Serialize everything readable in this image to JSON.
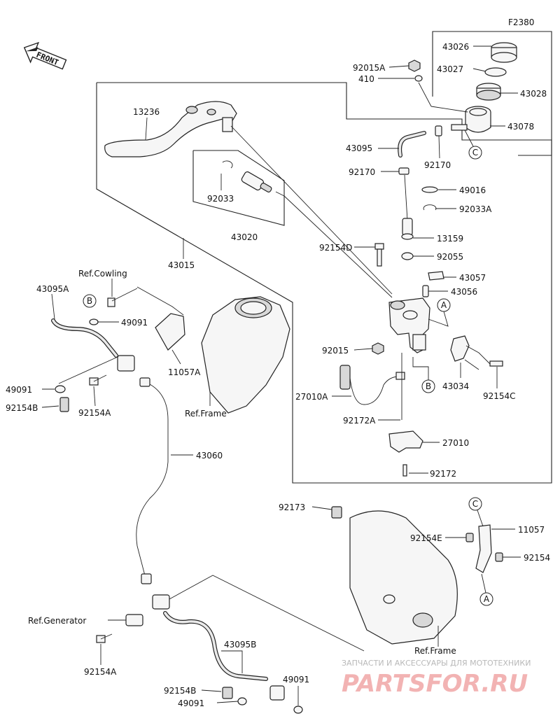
{
  "diagram_code": "F2380",
  "front_label": "FRONT",
  "labels": {
    "p43026": "43026",
    "p43027": "43027",
    "p43028": "43028",
    "p43078": "43078",
    "p92015A": "92015A",
    "p410": "410",
    "p13236": "13236",
    "p43095": "43095",
    "p92170a": "92170",
    "p92170b": "92170",
    "p92033": "92033",
    "p49016": "49016",
    "p92033A": "92033A",
    "p43020": "43020",
    "p13159": "13159",
    "p92154D": "92154D",
    "p92055": "92055",
    "p43015": "43015",
    "p43057": "43057",
    "p43056": "43056",
    "refCowling": "Ref.Cowling",
    "p43095A": "43095A",
    "p49091a": "49091",
    "p11057A": "11057A",
    "p92015": "92015",
    "p43034": "43034",
    "p92154C": "92154C",
    "p27010A": "27010A",
    "p49091b": "49091",
    "p92154Ba": "92154B",
    "p92154A1": "92154A",
    "refFrame1": "Ref.Frame",
    "p92172A": "92172A",
    "p27010": "27010",
    "p43060": "43060",
    "p92172": "92172",
    "p92173": "92173",
    "p11057": "11057",
    "p92154E": "92154E",
    "p92154": "92154",
    "refGenerator": "Ref.Generator",
    "p43095B": "43095B",
    "p92154A2": "92154A",
    "refFrame2": "Ref.Frame",
    "p92154Bb": "92154B",
    "p49091c": "49091",
    "p49091d": "49091"
  },
  "callouts": {
    "A": "A",
    "B": "B",
    "C": "C"
  },
  "watermark": {
    "line1": "ЗАПЧАСТИ И АКСЕССУАРЫ ДЛЯ МОТОТЕХНИКИ",
    "line2": "PARTSFOR.RU"
  }
}
